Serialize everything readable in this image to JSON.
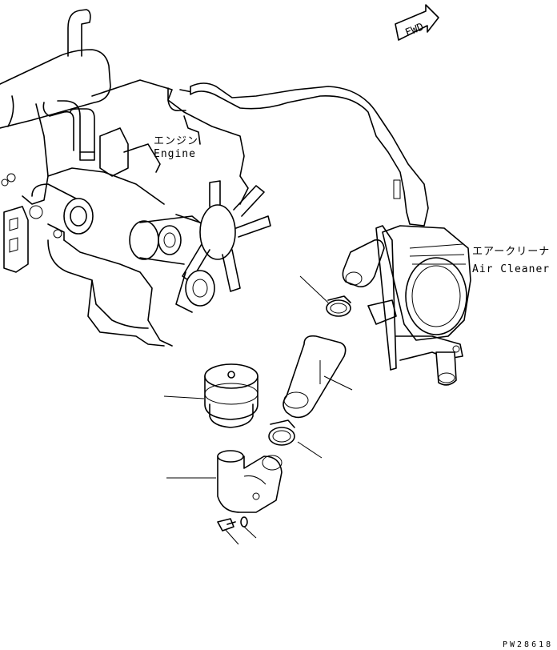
{
  "labels": {
    "engine_jp": "エンジン",
    "engine_en": "Engine",
    "air_cleaner_jp": "エアークリーナ",
    "air_cleaner_en": "Air Cleaner",
    "fwd": "FWD",
    "drawing_code": "PW28618"
  },
  "icons": [
    "forward-direction-arrow-icon"
  ]
}
